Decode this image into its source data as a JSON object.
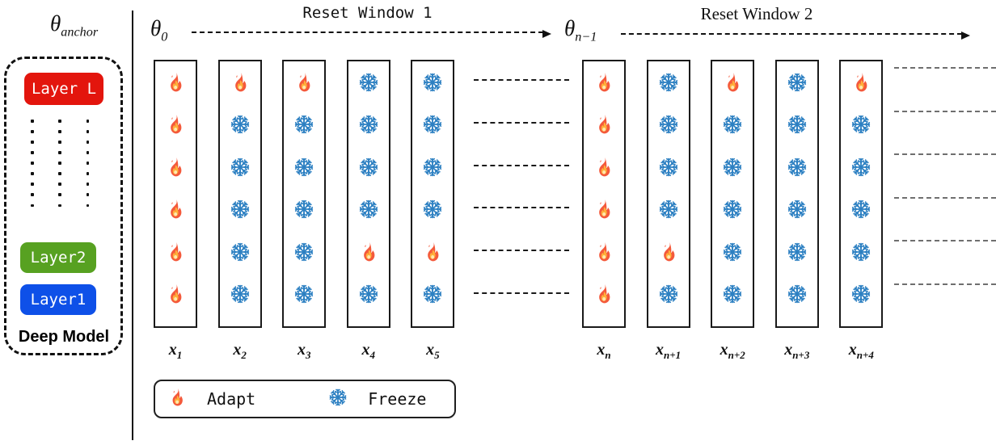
{
  "anchor_panel": {
    "title": {
      "base": "θ",
      "sub": "anchor"
    },
    "layers": [
      {
        "label": "Layer L",
        "color": "#e3150d"
      },
      {
        "label": "Layer2",
        "color": "#57a121"
      },
      {
        "label": "Layer1",
        "color": "#0e50e8"
      }
    ],
    "caption": "Deep Model"
  },
  "windows": [
    {
      "theta": {
        "base": "θ",
        "sub": "0"
      },
      "label": "Reset Window 1"
    },
    {
      "theta": {
        "base": "θ",
        "sub": "n−1"
      },
      "label": "Reset Window 2"
    }
  ],
  "groups": [
    {
      "columns": [
        {
          "label": {
            "base": "x",
            "sub": "1"
          },
          "cells": [
            "adapt",
            "adapt",
            "adapt",
            "adapt",
            "adapt",
            "adapt"
          ]
        },
        {
          "label": {
            "base": "x",
            "sub": "2"
          },
          "cells": [
            "adapt",
            "freeze",
            "freeze",
            "freeze",
            "freeze",
            "freeze"
          ]
        },
        {
          "label": {
            "base": "x",
            "sub": "3"
          },
          "cells": [
            "adapt",
            "freeze",
            "freeze",
            "freeze",
            "freeze",
            "freeze"
          ]
        },
        {
          "label": {
            "base": "x",
            "sub": "4"
          },
          "cells": [
            "freeze",
            "freeze",
            "freeze",
            "freeze",
            "adapt",
            "freeze"
          ]
        },
        {
          "label": {
            "base": "x",
            "sub": "5"
          },
          "cells": [
            "freeze",
            "freeze",
            "freeze",
            "freeze",
            "adapt",
            "freeze"
          ]
        }
      ]
    },
    {
      "columns": [
        {
          "label": {
            "base": "x",
            "sub": "n"
          },
          "cells": [
            "adapt",
            "adapt",
            "adapt",
            "adapt",
            "adapt",
            "adapt"
          ]
        },
        {
          "label": {
            "base": "x",
            "sub": "n+1"
          },
          "cells": [
            "freeze",
            "freeze",
            "freeze",
            "freeze",
            "adapt",
            "freeze"
          ]
        },
        {
          "label": {
            "base": "x",
            "sub": "n+2"
          },
          "cells": [
            "adapt",
            "freeze",
            "freeze",
            "freeze",
            "freeze",
            "freeze"
          ]
        },
        {
          "label": {
            "base": "x",
            "sub": "n+3"
          },
          "cells": [
            "freeze",
            "freeze",
            "freeze",
            "freeze",
            "freeze",
            "freeze"
          ]
        },
        {
          "label": {
            "base": "x",
            "sub": "n+4"
          },
          "cells": [
            "adapt",
            "freeze",
            "freeze",
            "freeze",
            "freeze",
            "freeze"
          ]
        }
      ]
    }
  ],
  "legend": {
    "items": [
      {
        "icon": "fire-icon",
        "label": "Adapt"
      },
      {
        "icon": "snowflake-icon",
        "label": "Freeze"
      }
    ]
  },
  "colors": {
    "fire_outer": "#f4593b",
    "fire_inner": "#ffb03a",
    "fire_core": "#ffe8b0",
    "snow": "#2d80c2",
    "connector_dark": "#1a1a1a",
    "connector_gray": "#6f6f6f"
  }
}
